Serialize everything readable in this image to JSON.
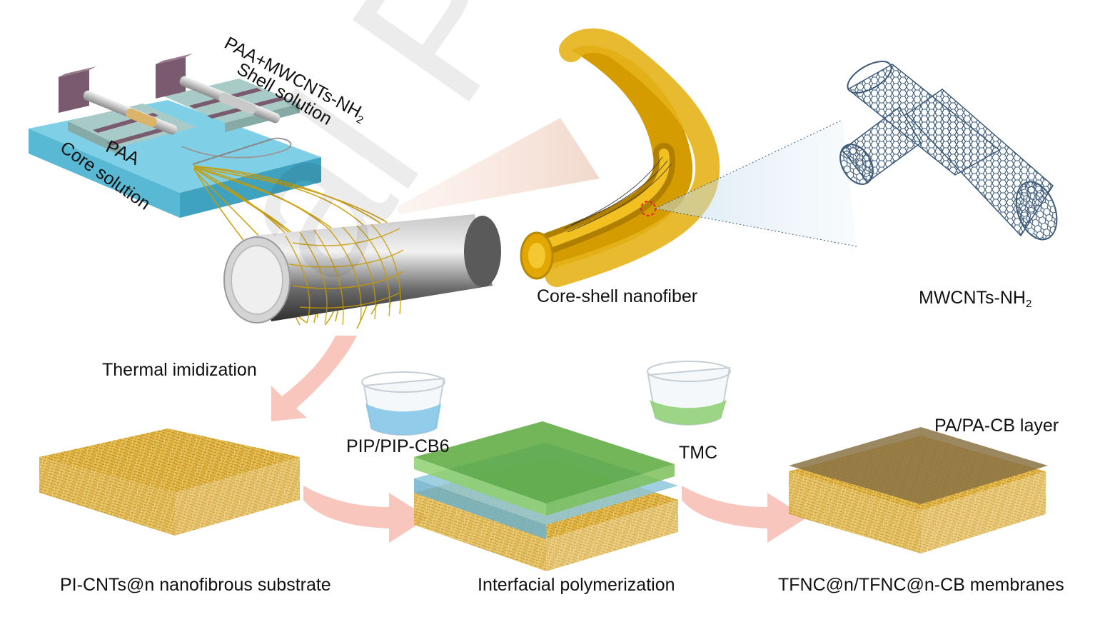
{
  "labels": {
    "shell_line1": "PAA+MWCNTs-NH",
    "shell_line1_sub": "2",
    "shell_line2": "Shell solution",
    "core_line1": "PAA",
    "core_line2": "Core solution",
    "core_shell": "Core-shell nanofiber",
    "mwcnts": "MWCNTs-NH",
    "mwcnts_sub": "2",
    "thermal": "Thermal imidization",
    "pip": "PIP/PIP-CB6",
    "tmc": "TMC",
    "pa_layer": "PA/PA-CB layer",
    "substrate": "PI-CNTs@n nanofibrous substrate",
    "interfacial": "Interfacial polymerization",
    "membranes": "TFNC@n/TFNC@n-CB membranes"
  },
  "watermark": "al Pre-proo",
  "colors": {
    "platform": "#7fd0e6",
    "platform_side": "#4ab0cc",
    "fiber_gold": "#d6a800",
    "fiber_dark": "#b88900",
    "cnt_blue": "#3c5a78",
    "arrow_pink": "#f6b3a6",
    "green_layer": "#6cb84a",
    "blue_layer": "#8ec8dc",
    "pa_brown": "#8a7344"
  }
}
